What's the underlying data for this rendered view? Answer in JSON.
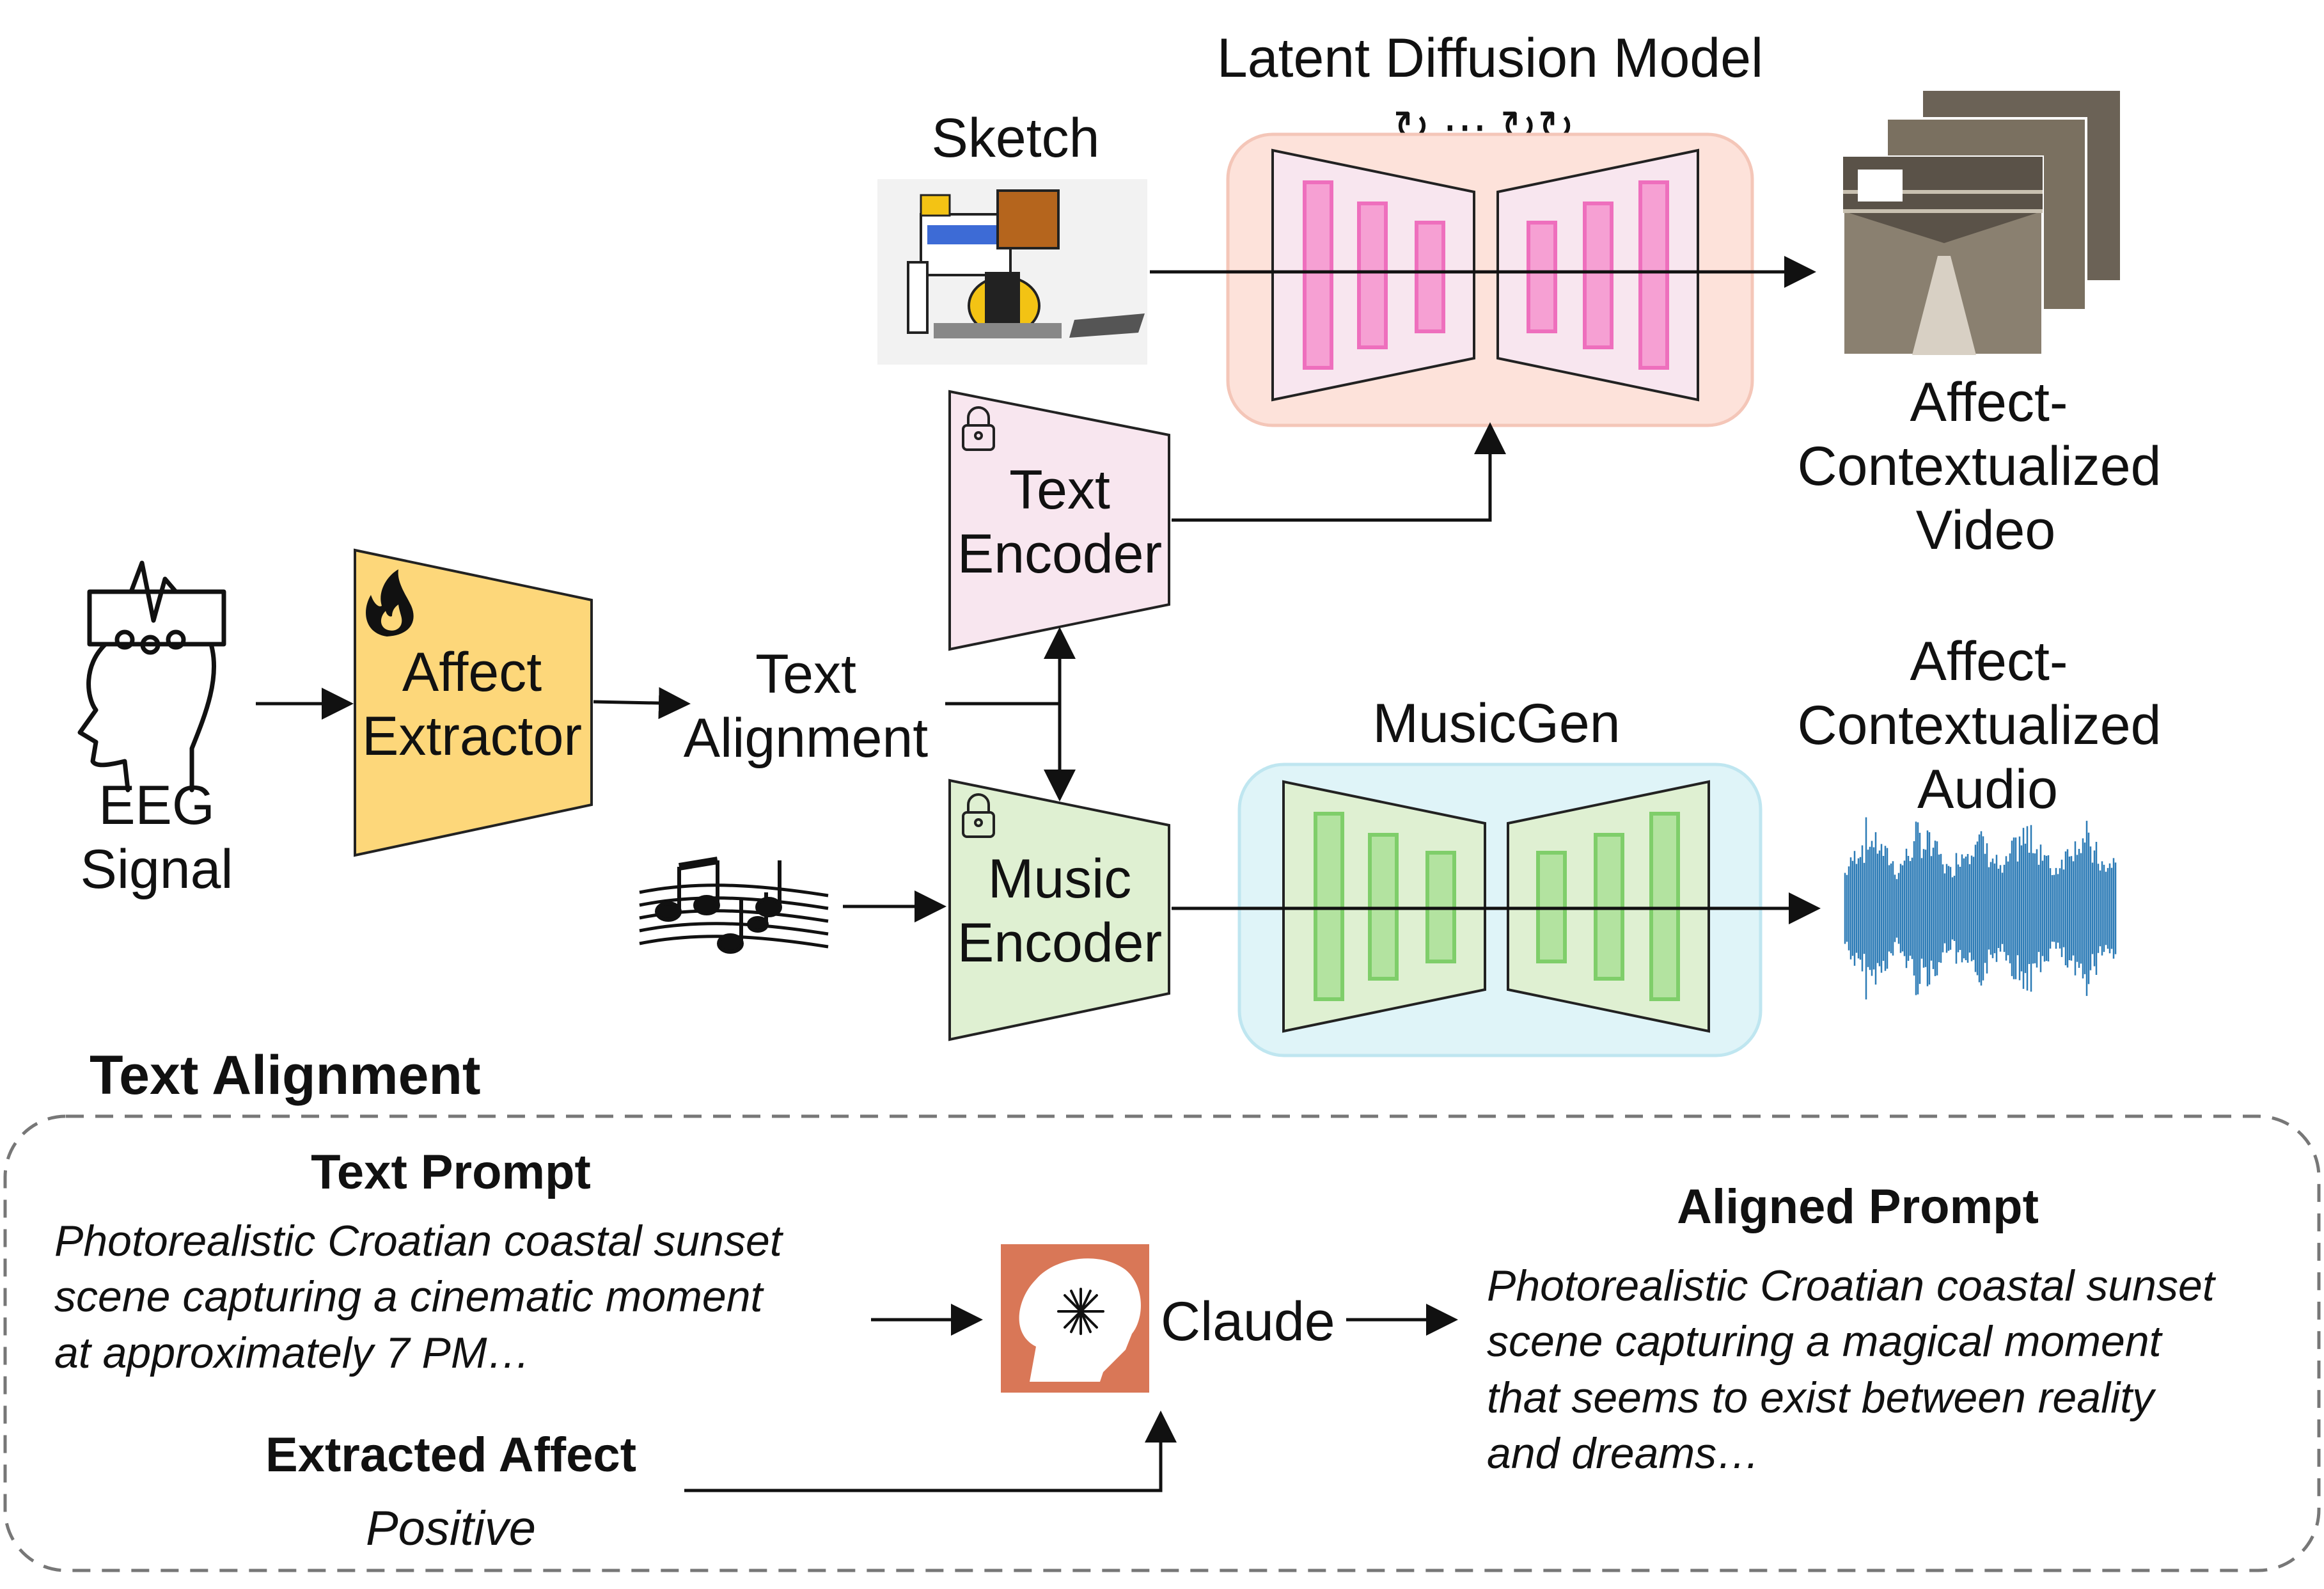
{
  "diagram": {
    "colors": {
      "affect_extractor": "#fdd77a",
      "text_encoder": "#f8e6ef",
      "music_encoder": "#dff0d2",
      "ldm_panel": "#fde2da",
      "ldm_bar": "#f6a0d3",
      "musicgen_panel": "#dff4f8",
      "musicgen_bar": "#b3e3a0",
      "claude_logo": "#d97757",
      "waveform": "#2c7bb6"
    },
    "top": {
      "ldm_title": "Latent Diffusion Model",
      "ldm_iterations": "↻ ⋯ ↻↻",
      "sketch_label": "Sketch",
      "text_encoder": {
        "line1": "Text",
        "line2": "Encoder"
      },
      "video_output": {
        "line1": "Affect-",
        "line2": "Contextualized",
        "line3": "Video"
      }
    },
    "middle": {
      "eeg": {
        "line1": "EEG",
        "line2": "Signal",
        "icon": "head-eeg-icon"
      },
      "affect_extractor": {
        "line1": "Affect",
        "line2": "Extractor",
        "icon": "flame-icon"
      },
      "text_alignment": {
        "line1": "Text",
        "line2": "Alignment"
      },
      "music_encoder": {
        "line1": "Music",
        "line2": "Encoder",
        "icon": "lock-icon"
      },
      "musicgen_title": "MusicGen",
      "audio_output": {
        "line1": "Affect-",
        "line2": "Contextualized",
        "line3": "Audio"
      },
      "music_notes_icon": "music-notes-icon"
    },
    "bottom": {
      "section_title": "Text Alignment",
      "text_prompt_title": "Text Prompt",
      "text_prompt_lines": [
        "Photorealistic Croatian coastal sunset",
        "scene capturing a cinematic moment",
        "at approximately 7 PM…"
      ],
      "extracted_affect_title": "Extracted Affect",
      "extracted_affect_value": "Positive",
      "claude_label": "Claude",
      "aligned_prompt_title": "Aligned Prompt",
      "aligned_prompt_lines": [
        "Photorealistic Croatian coastal sunset",
        "scene capturing a magical moment",
        "that seems to exist between reality",
        "and dreams…"
      ]
    }
  }
}
